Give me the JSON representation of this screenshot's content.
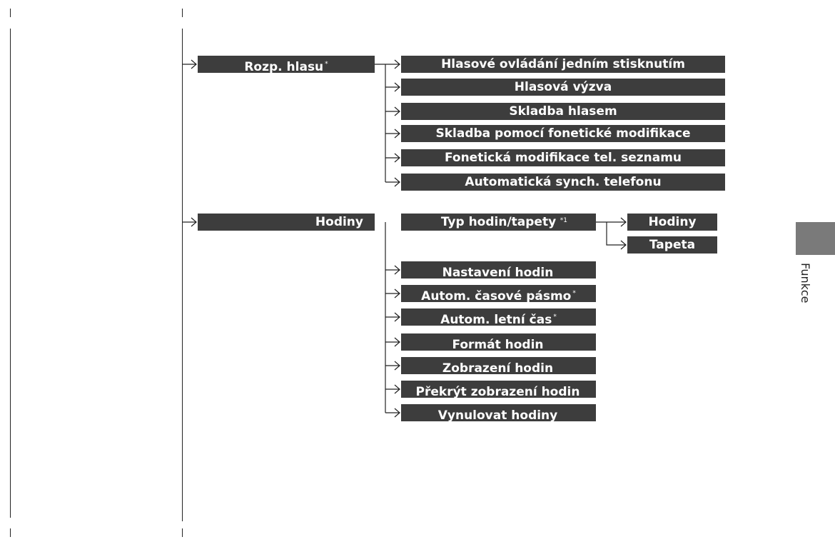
{
  "section": {
    "label": "Funkce"
  },
  "voice": {
    "parent": "Rozp. hlasu",
    "parent_mark": "*",
    "children": [
      "Hlasové ovládání jedním stisknutím",
      "Hlasová výzva",
      "Skladba hlasem",
      "Skladba pomocí fonetické modifikace",
      "Fonetická modifikace tel. seznamu",
      "Automatická synch. telefonu"
    ]
  },
  "clock": {
    "parent": "Hodiny",
    "type_item": "Typ hodin/tapety",
    "type_note": "*1",
    "type_children": [
      "Hodiny",
      "Tapeta"
    ],
    "children": [
      {
        "label": "Nastavení hodin",
        "mark": ""
      },
      {
        "label": "Autom. časové pásmo",
        "mark": "*"
      },
      {
        "label": "Autom. letní čas",
        "mark": "*"
      },
      {
        "label": "Formát hodin",
        "mark": ""
      },
      {
        "label": "Zobrazení hodin",
        "mark": ""
      },
      {
        "label": "Překrýt zobrazení hodin",
        "mark": ""
      },
      {
        "label": "Vynulovat hodiny",
        "mark": ""
      }
    ]
  }
}
